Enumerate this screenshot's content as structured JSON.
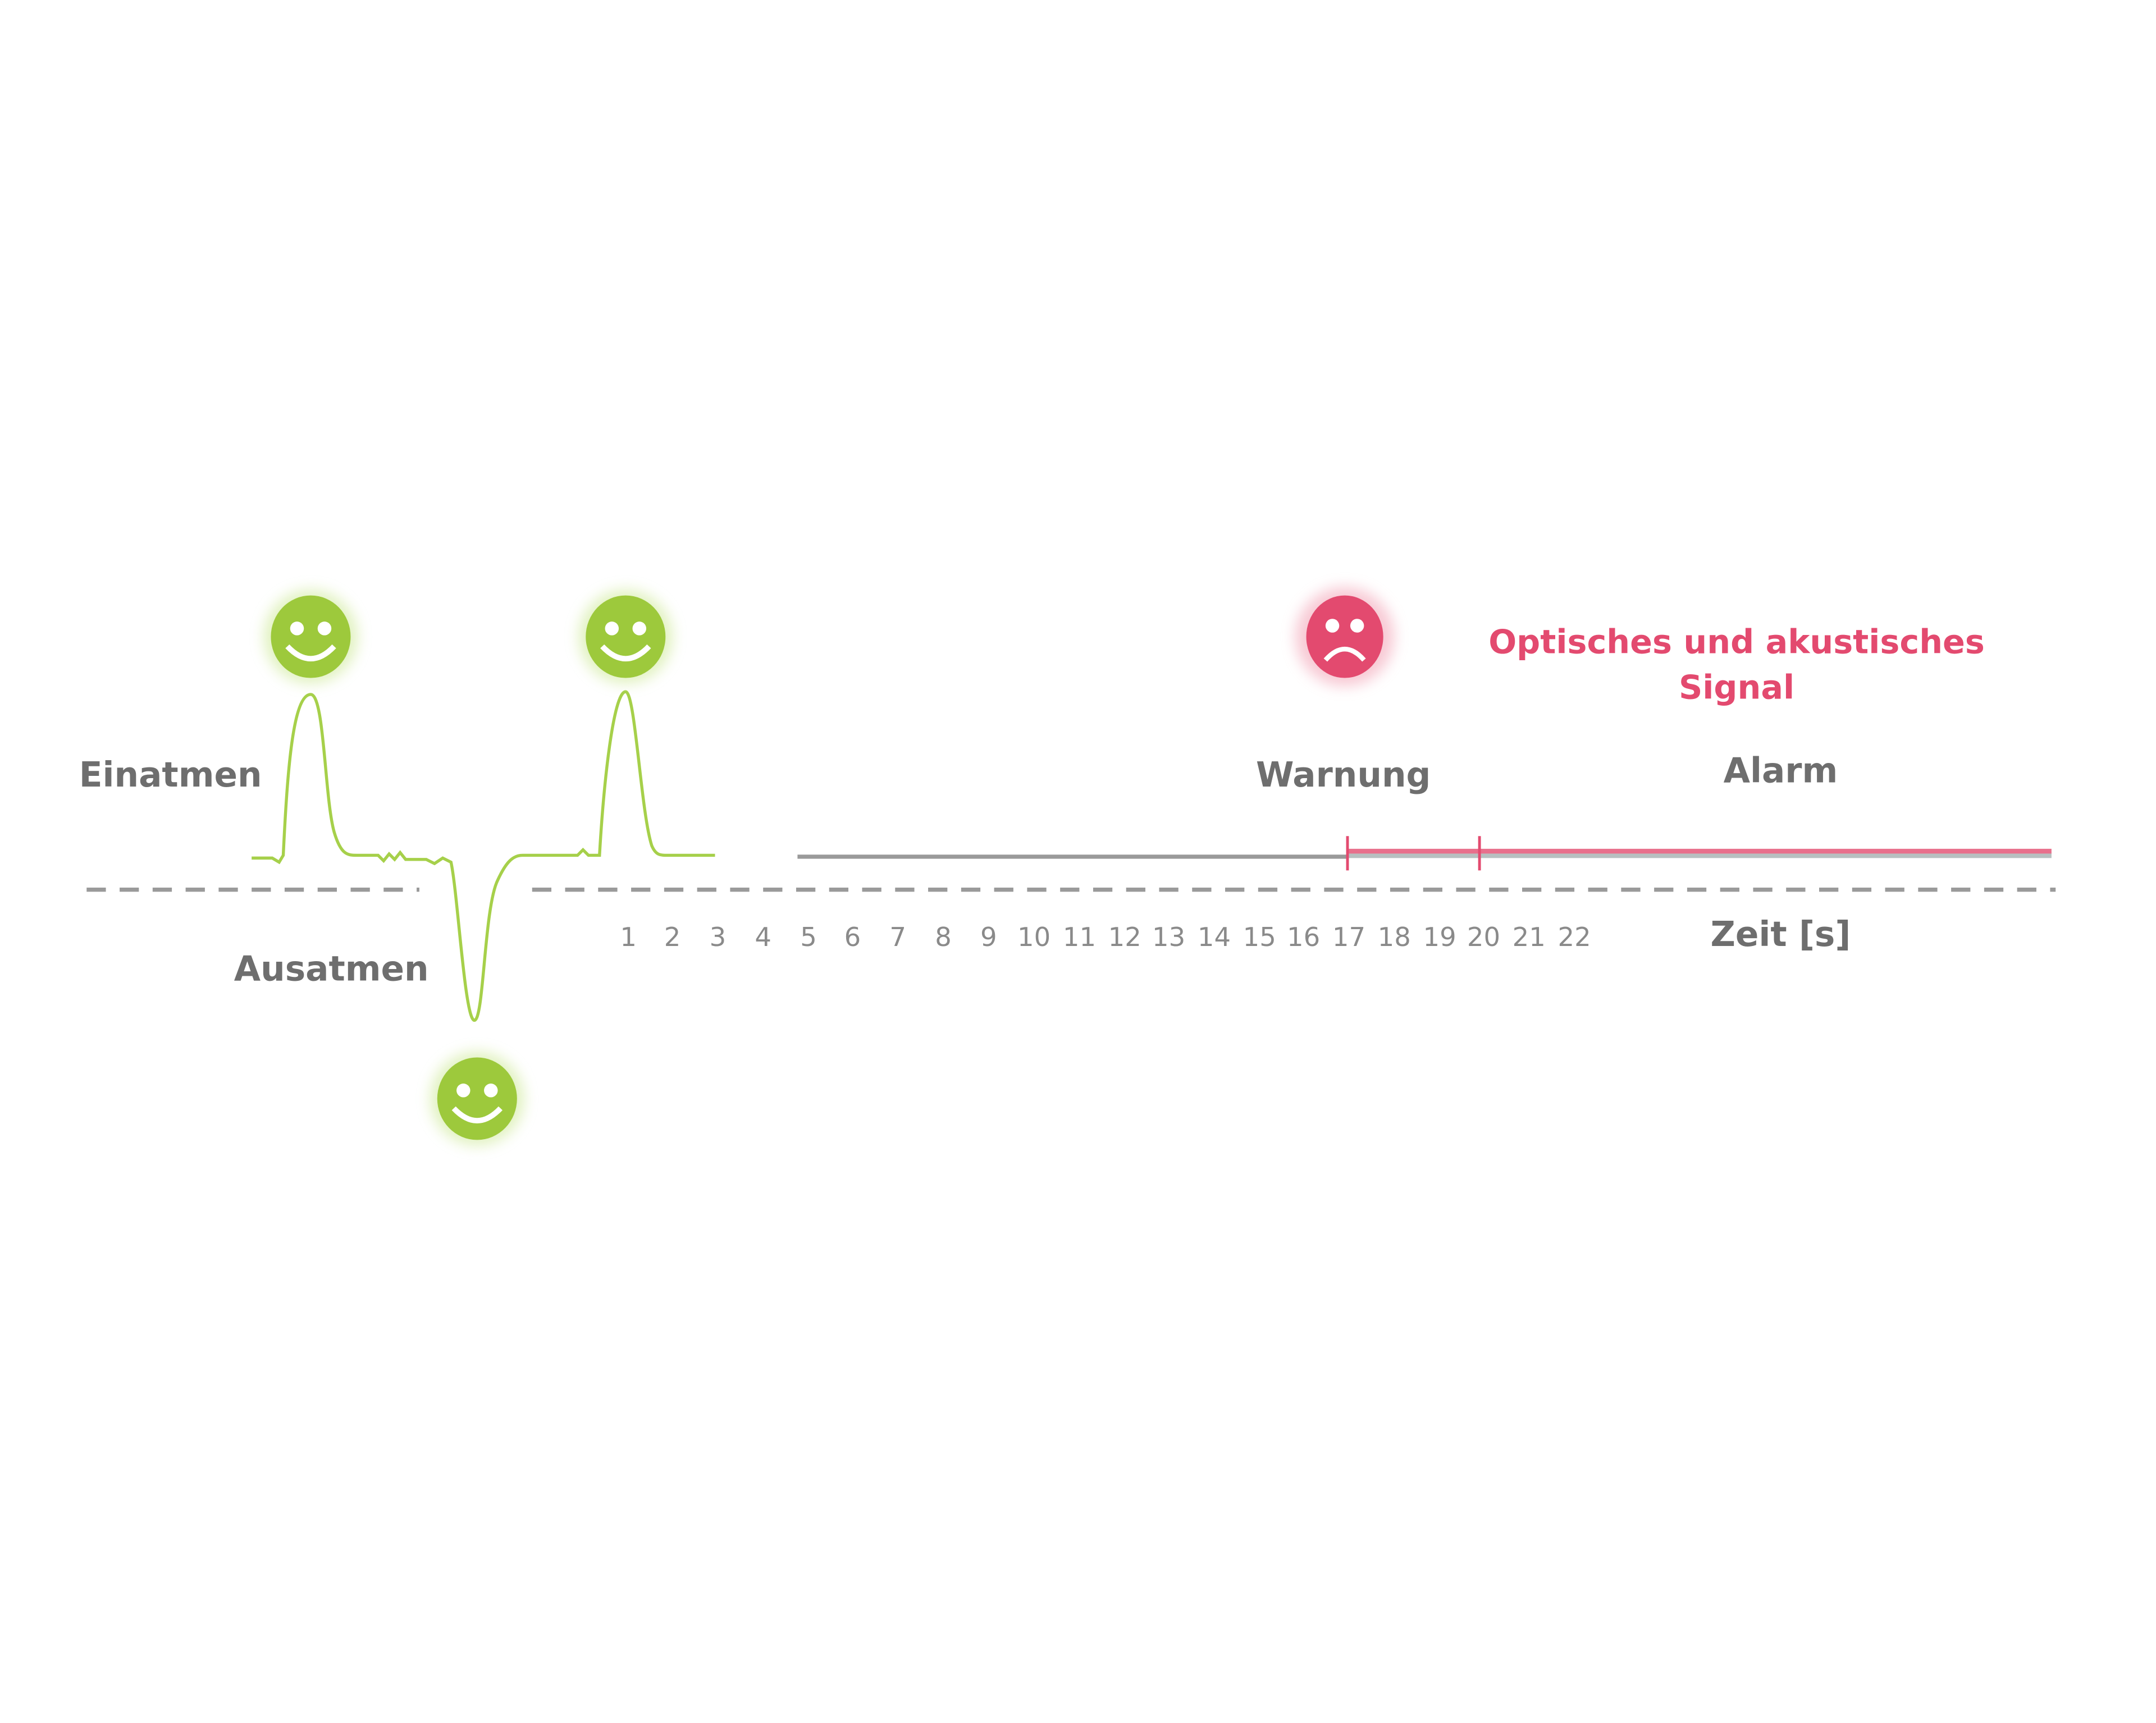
{
  "diagram": {
    "labels": {
      "inhale": "Einatmen",
      "exhale": "Ausatmen",
      "warning": "Warnung",
      "alarm": "Alarm",
      "signal_line1": "Optisches und akustisches",
      "signal_line2": "Signal",
      "axis": "Zeit [s]"
    },
    "ticks": [
      "1",
      "2",
      "3",
      "4",
      "5",
      "6",
      "7",
      "8",
      "9",
      "10",
      "11",
      "12",
      "13",
      "14",
      "15",
      "16",
      "17",
      "18",
      "19",
      "20",
      "21",
      "22"
    ],
    "icons": [
      {
        "name": "smiley-inhale-1",
        "type": "happy",
        "color": "#9dc93c"
      },
      {
        "name": "smiley-exhale",
        "type": "happy",
        "color": "#9dc93c"
      },
      {
        "name": "smiley-inhale-2",
        "type": "happy",
        "color": "#9dc93c"
      },
      {
        "name": "sad-face-warning",
        "type": "sad",
        "color": "#e34a6f"
      }
    ],
    "colors": {
      "breath": "#a6d04a",
      "baseline": "#9a9a9a",
      "alarm": "#e8708c",
      "text": "#6e6e6e",
      "signal": "#e34a6f"
    },
    "markers": [
      17,
      20
    ]
  }
}
